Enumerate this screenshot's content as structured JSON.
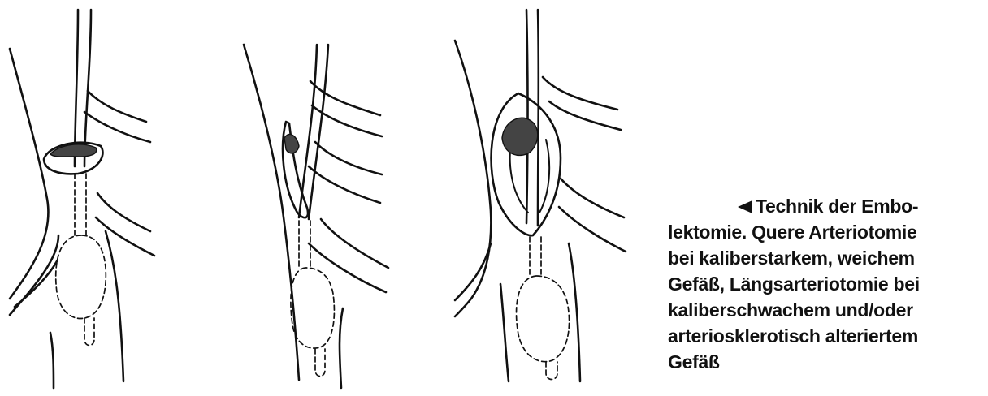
{
  "caption": {
    "lines": [
      "Technik der Embo-",
      "lektomie. Quere Arteriotomie",
      "bei kaliberstarkem, weichem",
      "Gefäß, Längsarteriotomie bei",
      "kaliberschwachem und/oder",
      "arteriosklerotisch alteriertem",
      "Gefäß"
    ]
  },
  "icons": {
    "pointer": "left-pointing-triangle-icon"
  }
}
